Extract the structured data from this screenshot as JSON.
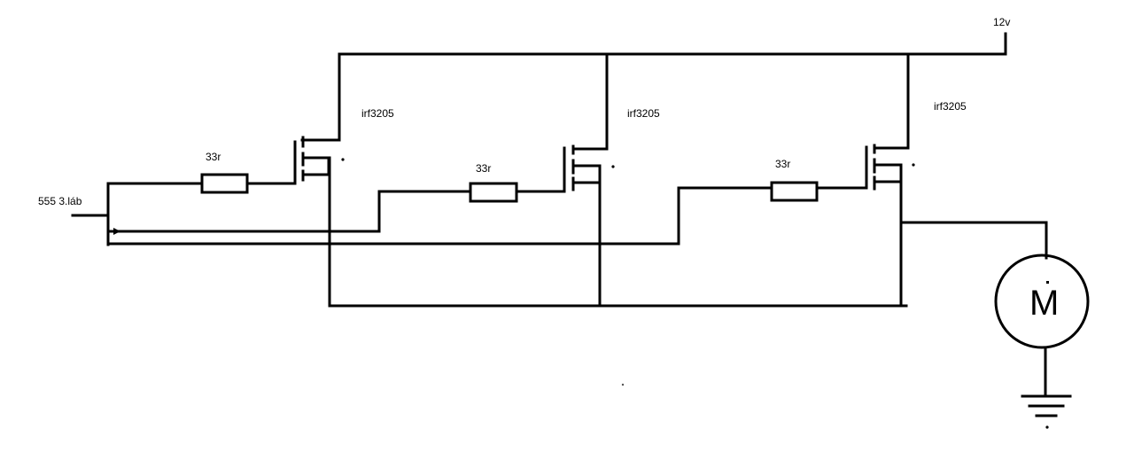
{
  "labels": {
    "supply": "12v",
    "input": "555  3.láb",
    "mosfet_1": "irf3205",
    "mosfet_2": "irf3205",
    "mosfet_3": "irf3205",
    "resistor_1": "33r",
    "resistor_2": "33r",
    "resistor_3": "33r",
    "motor": "M"
  }
}
